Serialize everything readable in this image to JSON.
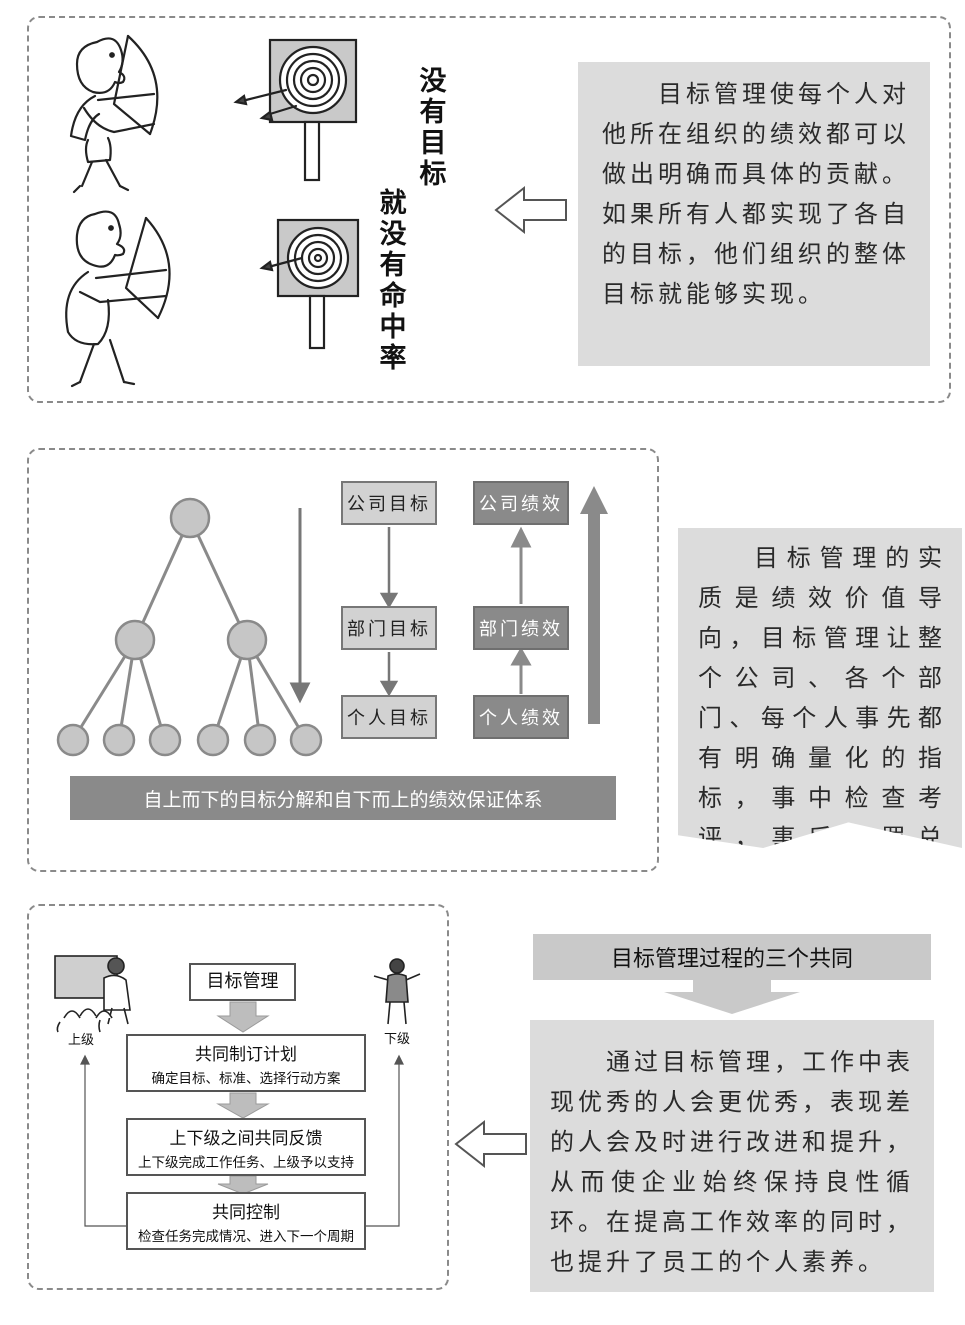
{
  "top": {
    "vertical_left": "没有目标",
    "vertical_right": "就没有命中率",
    "note": "目标管理使每个人对他所在组织的绩效都可以做出明确而具体的贡献。如果所有人都实现了各自的目标，他们组织的整体目标就能够实现。"
  },
  "middle": {
    "goals": [
      "公司目标",
      "部门目标",
      "个人目标"
    ],
    "performance": [
      "公司绩效",
      "部门绩效",
      "个人绩效"
    ],
    "banner": "自上而下的目标分解和自下而上的绩效保证体系",
    "note": "目标管理的实质是绩效价值导向，目标管理让整个公司、各个部门、每个人事先都有明确量化的指标，事中检查考评，事后奖罚兑现。"
  },
  "bottom": {
    "header": "目标管理",
    "superior": "上级",
    "subordinate": "下级",
    "steps": [
      {
        "title": "共同制订计划",
        "sub": "确定目标、标准、选择行动方案"
      },
      {
        "title": "上下级之间共同反馈",
        "sub": "上下级完成工作任务、上级予以支持"
      },
      {
        "title": "共同控制",
        "sub": "检查任务完成情况、进入下一个周期"
      }
    ],
    "title": "目标管理过程的三个共同",
    "note": "通过目标管理，工作中表现优秀的人会更优秀，表现差的人会及时进行改进和提升，从而使企业始终保持良性循环。在提高工作效率的同时，也提升了员工的个人素养。"
  },
  "colors": {
    "note_bg": "#dcdcdc",
    "node_fill": "#c6c6c6",
    "perf_fill": "#8a8a8a",
    "arrow_grey": "#bdbdbd"
  },
  "icons": [
    "archer-illustration",
    "target-board-illustration",
    "hollow-arrow-left",
    "presenter-illustration",
    "worker-illustration"
  ]
}
